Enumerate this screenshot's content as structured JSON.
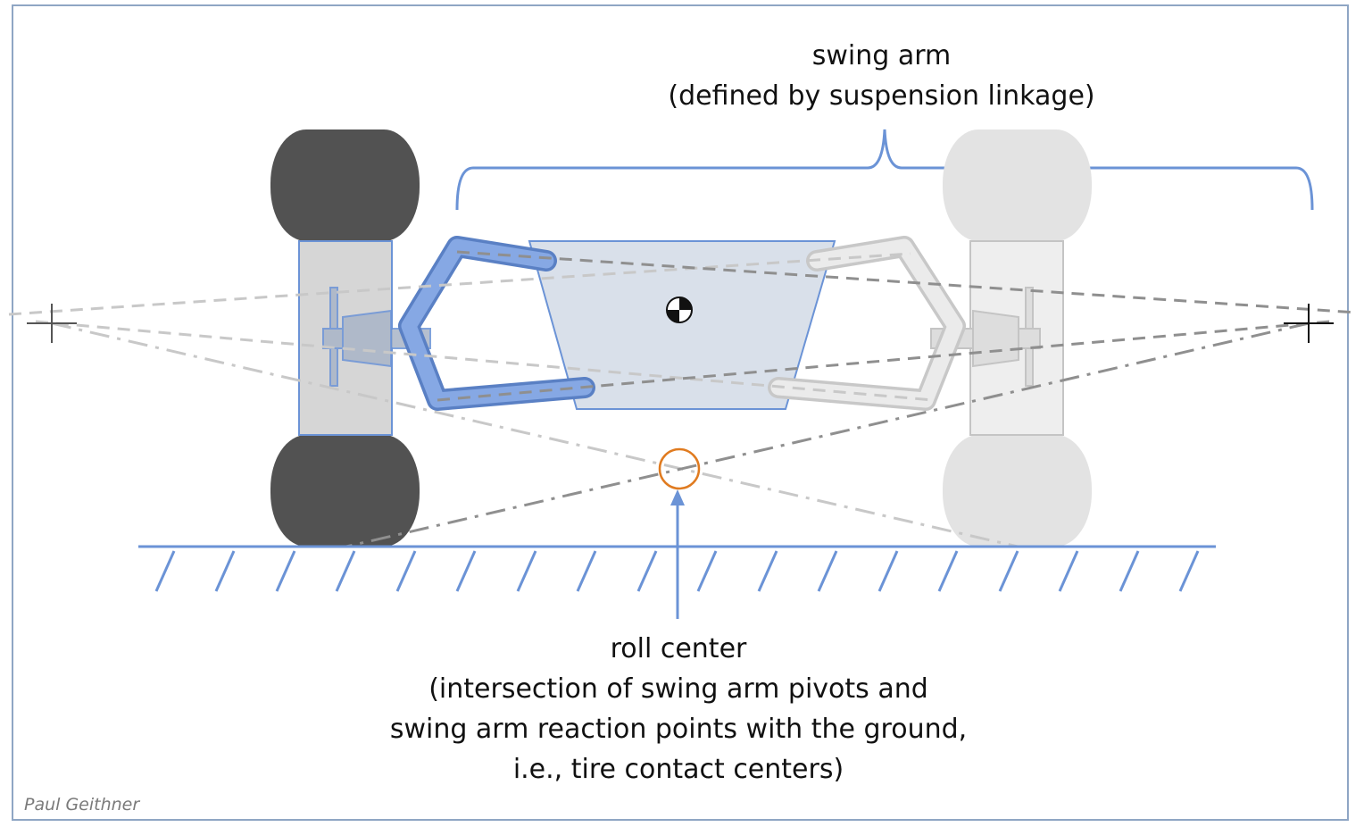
{
  "labels": {
    "swing_arm_title": "swing arm",
    "swing_arm_note": "(defined by suspension linkage)",
    "roll_center_title": "roll center",
    "roll_center_note_1": "(intersection of swing arm pivots and",
    "roll_center_note_2": "swing arm reaction points with the ground,",
    "roll_center_note_3": "i.e., tire contact centers)"
  },
  "author": "Paul Geithner",
  "colors": {
    "frame": "#8fa6c4",
    "accent_blue": "#6b93d6",
    "left_tire": "#525252",
    "right_tire": "#dcdcdc",
    "chassis_fill": "#d9e0ea",
    "roll_center_marker": "#e07b20",
    "ground": "#6b93d6"
  },
  "icons": [
    "center-of-gravity-icon",
    "instant-center-crosshair-icon"
  ]
}
